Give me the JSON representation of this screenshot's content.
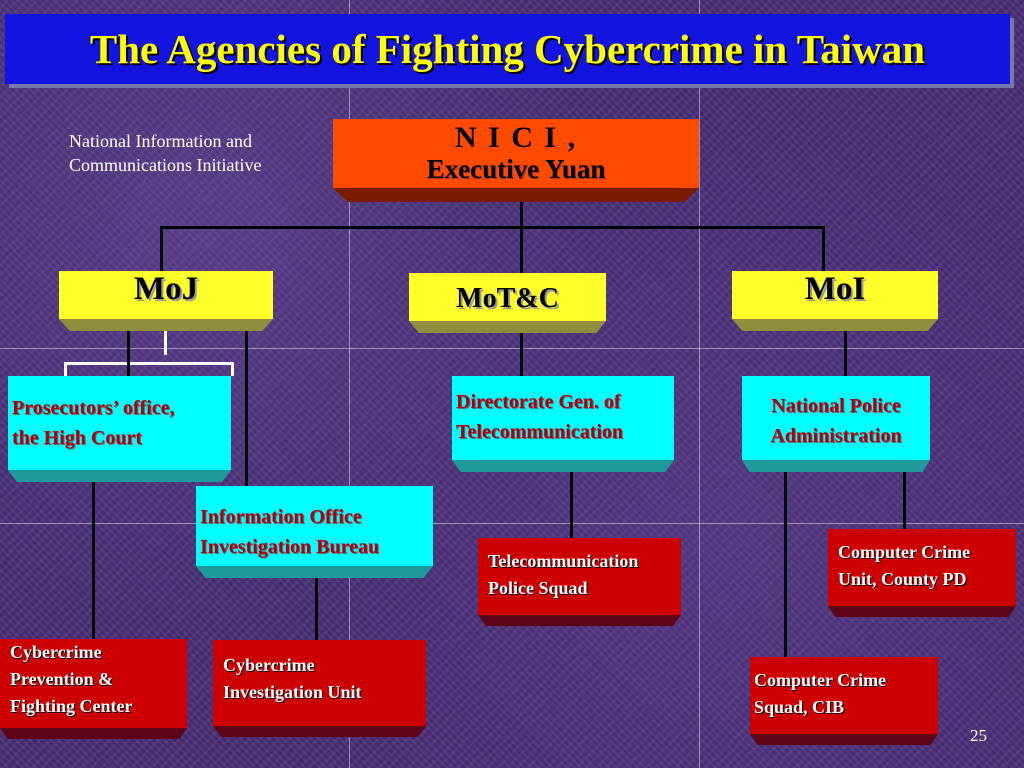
{
  "title": "The Agencies of Fighting Cybercrime in Taiwan",
  "nici_note": [
    "National Information and",
    "Communications Initiative"
  ],
  "nici": {
    "line1": "N I C I ,",
    "line2": "Executive Yuan"
  },
  "ministries": {
    "moj": "MoJ",
    "motc": "MoT&C",
    "moi": "MoI"
  },
  "level2": {
    "prosecutors": [
      "Prosecutors’ office,",
      "the High Court"
    ],
    "directorate": [
      "Directorate Gen. of",
      "Telecommunication"
    ],
    "npa": [
      "National Police",
      "Administration"
    ],
    "info_office": [
      "Information Office",
      "Investigation Bureau"
    ]
  },
  "level3": {
    "cybercrime_center": [
      "Cybercrime",
      "Prevention &",
      "Fighting Center"
    ],
    "cybercrime_unit": [
      "Cybercrime",
      "Investigation  Unit"
    ],
    "telecom_squad": [
      "Telecommunication",
      "Police Squad"
    ],
    "county_pd": [
      "Computer Crime",
      "Unit, County PD"
    ],
    "cib": [
      "Computer Crime",
      "Squad, CIB"
    ]
  },
  "page_number": "25",
  "colors": {
    "title_bg": "#1414e0",
    "title_text": "#ffff00",
    "nici_bg": "#ff4a00",
    "ministry_bg": "#ffff2a",
    "agency_bg": "#00ffff",
    "agency_text": "#b00010",
    "unit_bg": "#cc0000",
    "background": "#4a2f78"
  }
}
